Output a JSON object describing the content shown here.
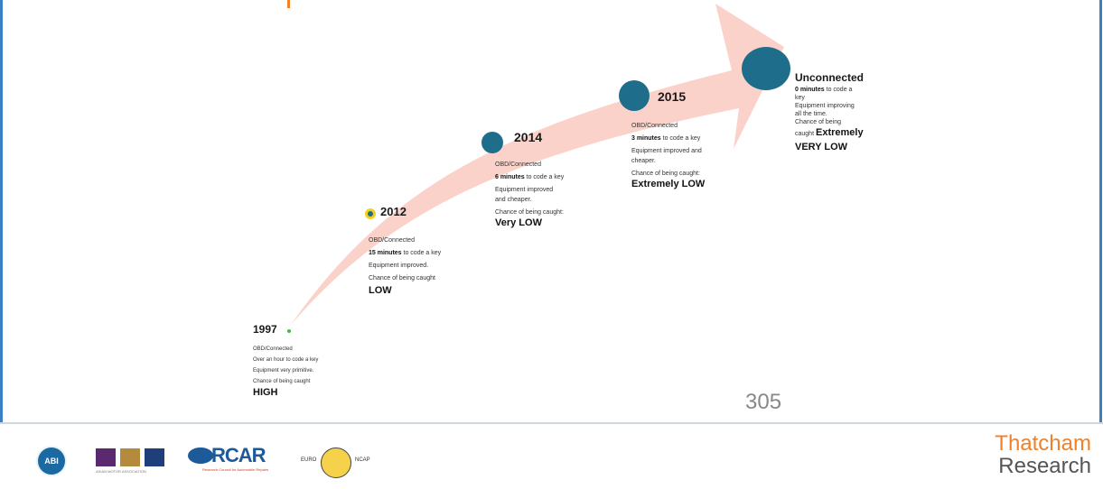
{
  "milestones": [
    {
      "year": "1997",
      "line1": "OBD/Connected",
      "line2": "Over an hour to code a key",
      "line3": "Equipment  very primitive.",
      "line4": "Chance of being caught",
      "risk": "HIGH"
    },
    {
      "year": "2012",
      "line1": "OBD/Connected",
      "line2_bold": "15 minutes",
      "line2_rest": " to code a key",
      "line3": "Equipment improved.",
      "line4": "Chance of being caught",
      "risk": "LOW"
    },
    {
      "year": "2014",
      "line1": "OBD/Connected",
      "line2_bold": "6 minutes",
      "line2_rest": " to code a key",
      "line3": "Equipment improved",
      "line3b": "and cheaper.",
      "line4": "Chance of being caught:",
      "risk": "Very LOW"
    },
    {
      "year": "2015",
      "line1": "OBD/Connected",
      "line2_bold": "3 minutes",
      "line2_rest": " to code a key",
      "line3": "Equipment improved and",
      "line3b": "cheaper.",
      "line4": "Chance of being caught:",
      "risk": "Extremely LOW"
    },
    {
      "year": "Unconnected",
      "line1_bold": "0 minutes",
      "line1_rest": " to code a",
      "line1b": "key",
      "line2": "Equipment  improving",
      "line2b": "all the time.",
      "line3": "Chance  of  being",
      "line4": "caught",
      "risk_inline": "Extremely",
      "risk": "VERY LOW"
    }
  ],
  "page_number": "305",
  "logos": {
    "abi": "ABI",
    "rcar": "RCAR",
    "rcar_sub": "Research Council for Automobile Repairs",
    "euro_left": "EURO",
    "euro_right": "NCAP",
    "ama_sub": "ASIAN MOTOR ASSOCIATION",
    "thatcham_line1": "Thatcham",
    "thatcham_line2": "Research"
  },
  "colors": {
    "arrow": "#fbd2ca",
    "dot": "#1e6e8b",
    "accent_orange": "#f0812a",
    "brand_blue": "#1d5a99"
  }
}
